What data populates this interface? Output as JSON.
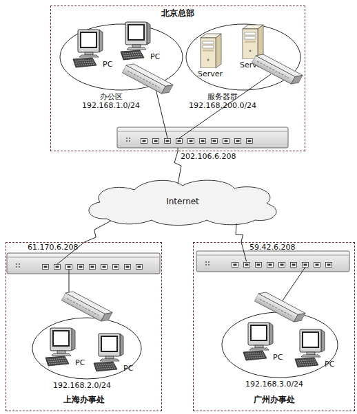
{
  "diagram": {
    "nodes": [
      {
        "text": [
          "北京总部"
        ]
      },
      {
        "text": [
          "办公区",
          "192.168.1.0/24"
        ],
        "in": 0
      },
      {
        "text": [
          "PC"
        ],
        "in": 1
      },
      {
        "text": [
          "PC"
        ],
        "in": 1
      },
      {
        "text": [
          "服务器群",
          "192.168.200.0/24"
        ],
        "in": 0
      },
      {
        "text": [
          "Server"
        ],
        "in": 4
      },
      {
        "text": [
          "Server"
        ],
        "in": 4
      },
      {
        "text": [
          "Internet"
        ]
      },
      {
        "text": [
          "上海办事处"
        ]
      },
      {
        "text": [
          "192.168.2.0/24"
        ],
        "in": 8
      },
      {
        "text": [
          "PC"
        ],
        "in": 9
      },
      {
        "text": [
          "PC"
        ],
        "in": 9
      },
      {
        "text": [
          "广州办事处"
        ]
      },
      {
        "text": [
          "192.168.3.0/24"
        ],
        "in": 12
      },
      {
        "text": [
          "PC"
        ],
        "in": 13
      },
      {
        "text": [
          "PC"
        ],
        "in": 13
      }
    ],
    "edges": [
      {
        "from": 0,
        "to": 7,
        "label": "202.106.6.208",
        "arrow": "none"
      },
      {
        "from": 8,
        "to": 7,
        "label": "61.170.6.208",
        "arrow": "none"
      },
      {
        "from": 12,
        "to": 7,
        "label": "59.42.6.208",
        "arrow": "none"
      }
    ]
  }
}
